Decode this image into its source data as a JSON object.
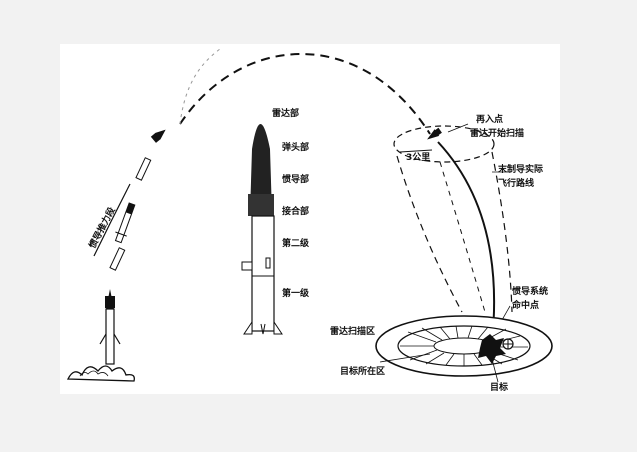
{
  "diagram": {
    "missile_labels": {
      "radar": "雷达部",
      "warhead": "弹头部",
      "inertial": "惯导部",
      "coupling": "接合部",
      "stage2": "第二级",
      "stage1": "第一级"
    },
    "trajectory_labels": {
      "boost": "惯导推力段",
      "reentry_line1": "再入点",
      "reentry_line2": "雷达开始扫描",
      "altitude": "3公里",
      "terminal_line1": "末制导实际",
      "terminal_line2": "飞行路线",
      "inertial_hit_line1": "惯导系统",
      "inertial_hit_line2": "命中点",
      "radar_scan_area": "雷达扫描区",
      "target_area": "目标所在区",
      "target": "目标"
    }
  }
}
